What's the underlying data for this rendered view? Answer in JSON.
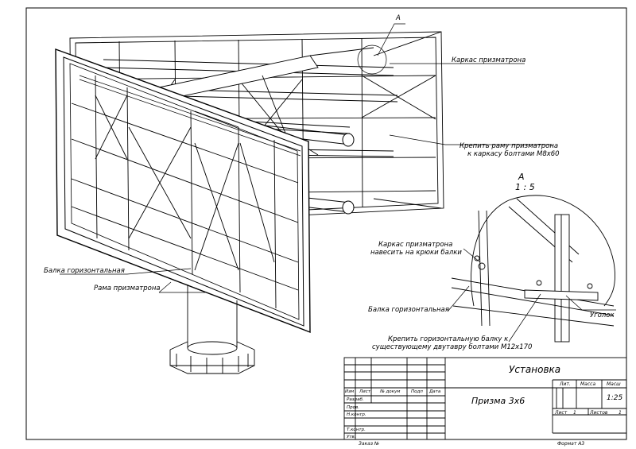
{
  "callouts": {
    "view_letter": "A",
    "frame": "Каркас призматрона",
    "fasten_frame_line1": "Крепить раму призматрона",
    "fasten_frame_line2": "к каркасу болтами M8x60",
    "detail_title_letter": "A",
    "detail_title_scale": "1 : 5",
    "hang_frame_line1": "Каркас призматрона",
    "hang_frame_line2": "навесить на крюки балки",
    "horizontal_beam_left": "Балка горизонтальная",
    "prism_frame": "Рама призматрона",
    "horizontal_beam_detail": "Балка горизонтальная",
    "angle": "Уголок",
    "fasten_beam_line1": "Крепить горизонтальную  балку к",
    "fasten_beam_line2": "существующему двутавру болтами M12x170"
  },
  "title_block": {
    "doc_title": "Установка",
    "product_name": "Призма 3х6",
    "col_lit": "Лит.",
    "col_mass": "Масса",
    "col_scale": "Масш",
    "scale": "1:25",
    "sheet_label": "Лист",
    "sheet_num": "1",
    "sheets_label": "Листов",
    "sheets_num": "1",
    "col_izm": "Изм",
    "col_list": "Лист",
    "col_doc": "№ докум",
    "col_sign": "Подп",
    "col_date": "Дата",
    "row_razrab": "Разраб.",
    "row_prov": "Пров.",
    "row_nkontr": "Н.контр.",
    "row_tkontr": "Т.контр.",
    "row_utv": "Утв.",
    "order": "Заказ №",
    "format": "Формат А3"
  }
}
